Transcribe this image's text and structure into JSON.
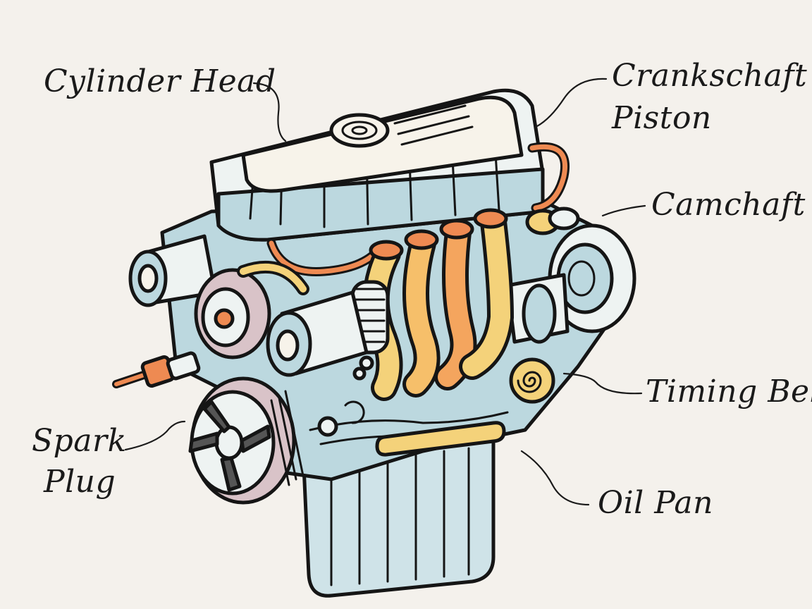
{
  "labels": {
    "cylinder_head": "Cylinder Head",
    "crankshaft": "Crankschaft",
    "piston": "Piston",
    "camshaft": "Camchaft",
    "timing_belt": "Timing Belt",
    "spark_plug_line1": "Spark",
    "spark_plug_line2": "Plug",
    "oil_pan": "Oil Pan"
  },
  "colors": {
    "background": "#f4f1ec",
    "ink": "#151515",
    "light_blue": "#bcd8df",
    "cream": "#f7f3ea",
    "yellow": "#f4d27a",
    "orange": "#ee8a52",
    "mauve": "#d9c3c8"
  }
}
